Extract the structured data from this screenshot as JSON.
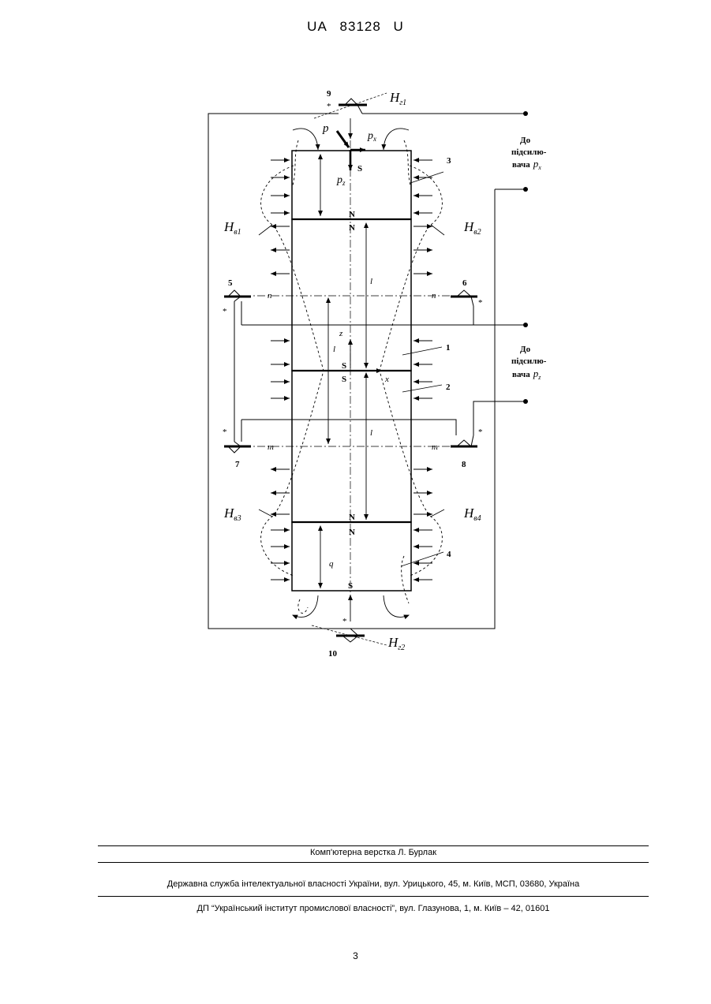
{
  "header": {
    "country": "UA",
    "number": "83128",
    "kind": "U"
  },
  "figure": {
    "labels": {
      "n9": "9",
      "n10": "10",
      "n5": "5",
      "n6": "6",
      "n7": "7",
      "n8": "8",
      "n1": "1",
      "n2": "2",
      "n3": "3",
      "n4": "4",
      "star": "*",
      "p": "p",
      "px": "p",
      "px_sub": "x",
      "pz": "p",
      "pz_sub": "z",
      "S": "S",
      "N": "N",
      "l": "l",
      "q": "q",
      "z": "z",
      "x": "x",
      "n": "n",
      "m": "m",
      "H": "H",
      "Hg1_sub": "г1",
      "Hg2_sub": "г2",
      "Hv1_sub": "в1",
      "Hv2_sub": "в2",
      "Hv3_sub": "в3",
      "Hv4_sub": "в4"
    },
    "amp_x": {
      "line1": "До",
      "line2": "підсилю-",
      "line3": "вача",
      "sym": "p",
      "sub": "x"
    },
    "amp_z": {
      "line1": "До",
      "line2": "підсилю-",
      "line3": "вача",
      "sym": "p",
      "sub": "z"
    }
  },
  "footer": {
    "layout": "Комп'ютерна верстка Л. Бурлак",
    "service": "Державна служба інтелектуальної власності України, вул. Урицького, 45, м. Київ, МСП, 03680, Україна",
    "institute": "ДП “Український інститут промислової власності”, вул. Глазунова, 1, м. Київ – 42, 01601"
  },
  "page_number": "3"
}
